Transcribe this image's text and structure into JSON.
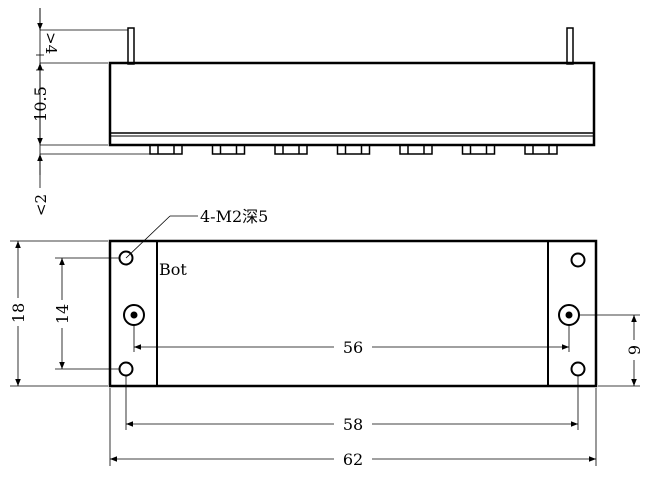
{
  "side_view": {
    "dim_top": ">4",
    "dim_height": "10.5",
    "dim_bottom": "<2",
    "connector_count": 7
  },
  "bottom_view": {
    "callout": "4-M2深5",
    "face_label": "Bot",
    "dim_outer_height": "18",
    "dim_hole_pitch_v": "14",
    "dim_pin_span": "56",
    "dim_pin_height": "9",
    "dim_hole_pitch_h": "58",
    "dim_length": "62"
  },
  "colors": {
    "line": "#000000",
    "background": "#ffffff"
  }
}
